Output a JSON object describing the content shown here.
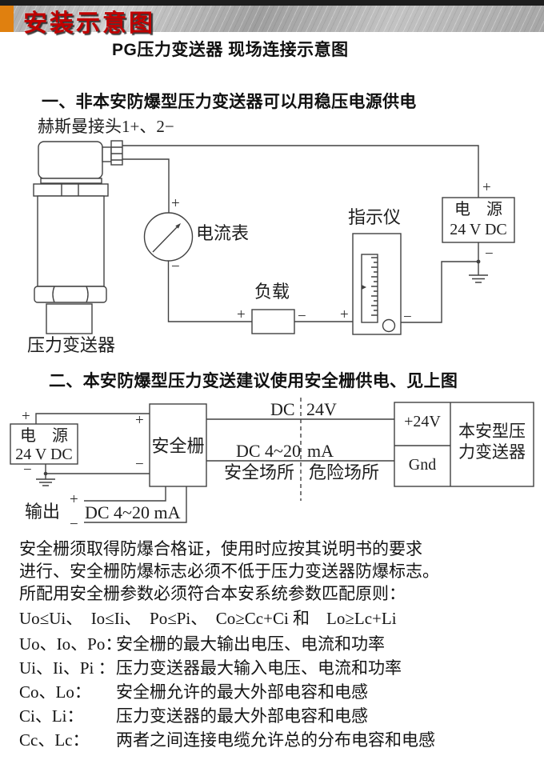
{
  "signs": {
    "plus": "+",
    "minus": "−"
  },
  "header": {
    "banner_title": "安装示意图",
    "doc_title": "PG压力变送器 现场连接示意图",
    "accent_color": "#e0800f",
    "banner_title_color": "#c00000"
  },
  "section1": {
    "heading": "一、非本安防爆型压力变送器可以用稳压电源供电",
    "connector_label": "赫斯曼接头1+、2−",
    "transmitter_label": "压力变送器",
    "ammeter_label": "电流表",
    "load_label": "负载",
    "indicator_label": "指示仪",
    "power_name": "电　源",
    "power_value": "24 V DC"
  },
  "section2": {
    "heading": "二、本安防爆型压力变送建议使用安全栅供电、见上图",
    "power_name": "电　源",
    "power_value": "24 V DC",
    "barrier_label": "安全栅",
    "wire_top_label_left": "DC",
    "wire_top_label_right": "24V",
    "wire_bottom_label_left": "DC 4~20",
    "wire_bottom_label_right": "mA",
    "zone_safe": "安全场所",
    "zone_hazard": "危险场所",
    "terminal_plus": "+24V",
    "terminal_gnd": "Gnd",
    "device_name_line1": "本安型压",
    "device_name_line2": "力变送器",
    "output_label": "输出",
    "output_wire_label": "DC 4~20  mA"
  },
  "notes": {
    "line1": "安全栅须取得防爆合格证，使用时应按其说明书的要求",
    "line2": "进行、安全栅防爆标志必须不低于压力变送器防爆标志。",
    "line3": "所配用安全栅参数必须符合本安系统参数匹配原则：",
    "formula": "Uo≤Ui、　Io≤Ii、　Po≤Pi、　Co≥Cc+Ci 和　Lo≥Lc+Li",
    "definitions": [
      {
        "term": "Uo、Io、Po：",
        "desc": "安全栅的最大输出电压、电流和功率"
      },
      {
        "term": "Ui、Ii、Pi ：",
        "desc": "压力变送器最大输入电压、电流和功率"
      },
      {
        "term": "Co、Lo：",
        "desc": "安全栅允许的最大外部电容和电感"
      },
      {
        "term": "Ci、Li：",
        "desc": "压力变送器的最大外部电容和电感"
      },
      {
        "term": "Cc、Lc：",
        "desc": "两者之间连接电缆允许总的分布电容和电感"
      }
    ]
  }
}
